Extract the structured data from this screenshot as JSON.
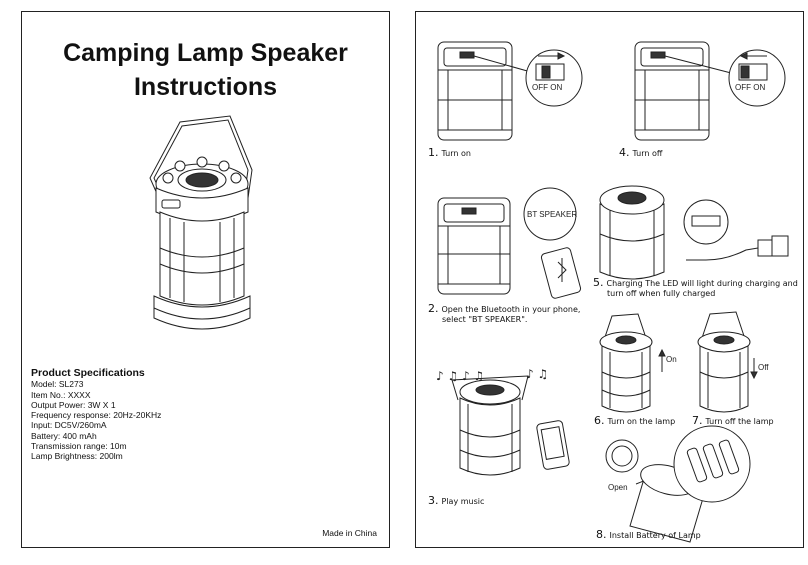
{
  "left": {
    "title_line1": "Camping Lamp Speaker",
    "title_line2": "Instructions",
    "specs_heading": "Product Specifications",
    "specs": [
      "Model: SL273",
      "Item No.: XXXX",
      "Output Power: 3W X 1",
      "Frequency response: 20Hz-20KHz",
      "Input: DC5V/260mA",
      "Battery: 400 mAh",
      "Transmission range: 10m",
      "Lamp Brightness: 200lm"
    ],
    "made_in": "Made in China"
  },
  "right": {
    "switch_on_label": "OFF ON",
    "switch_off_label": "OFF ON",
    "bt_label": "BT SPEAKER",
    "on_arrow_label": "On",
    "off_arrow_label": "Off",
    "open_label": "Open",
    "steps": {
      "s1": {
        "num": "1.",
        "text": "Turn on"
      },
      "s2": {
        "num": "2.",
        "text": "Open the Bluetooth in your phone,",
        "text2": "select \"BT SPEAKER\"."
      },
      "s3": {
        "num": "3.",
        "text": "Play music"
      },
      "s4": {
        "num": "4.",
        "text": "Turn off"
      },
      "s5": {
        "num": "5.",
        "text": "Charging The LED will light during charging and",
        "text2": "turn off when fully charged"
      },
      "s6": {
        "num": "6.",
        "text": "Turn on the lamp"
      },
      "s7": {
        "num": "7.",
        "text": "Turn off the lamp"
      },
      "s8": {
        "num": "8.",
        "text": "Install Battery of Lamp"
      }
    }
  }
}
